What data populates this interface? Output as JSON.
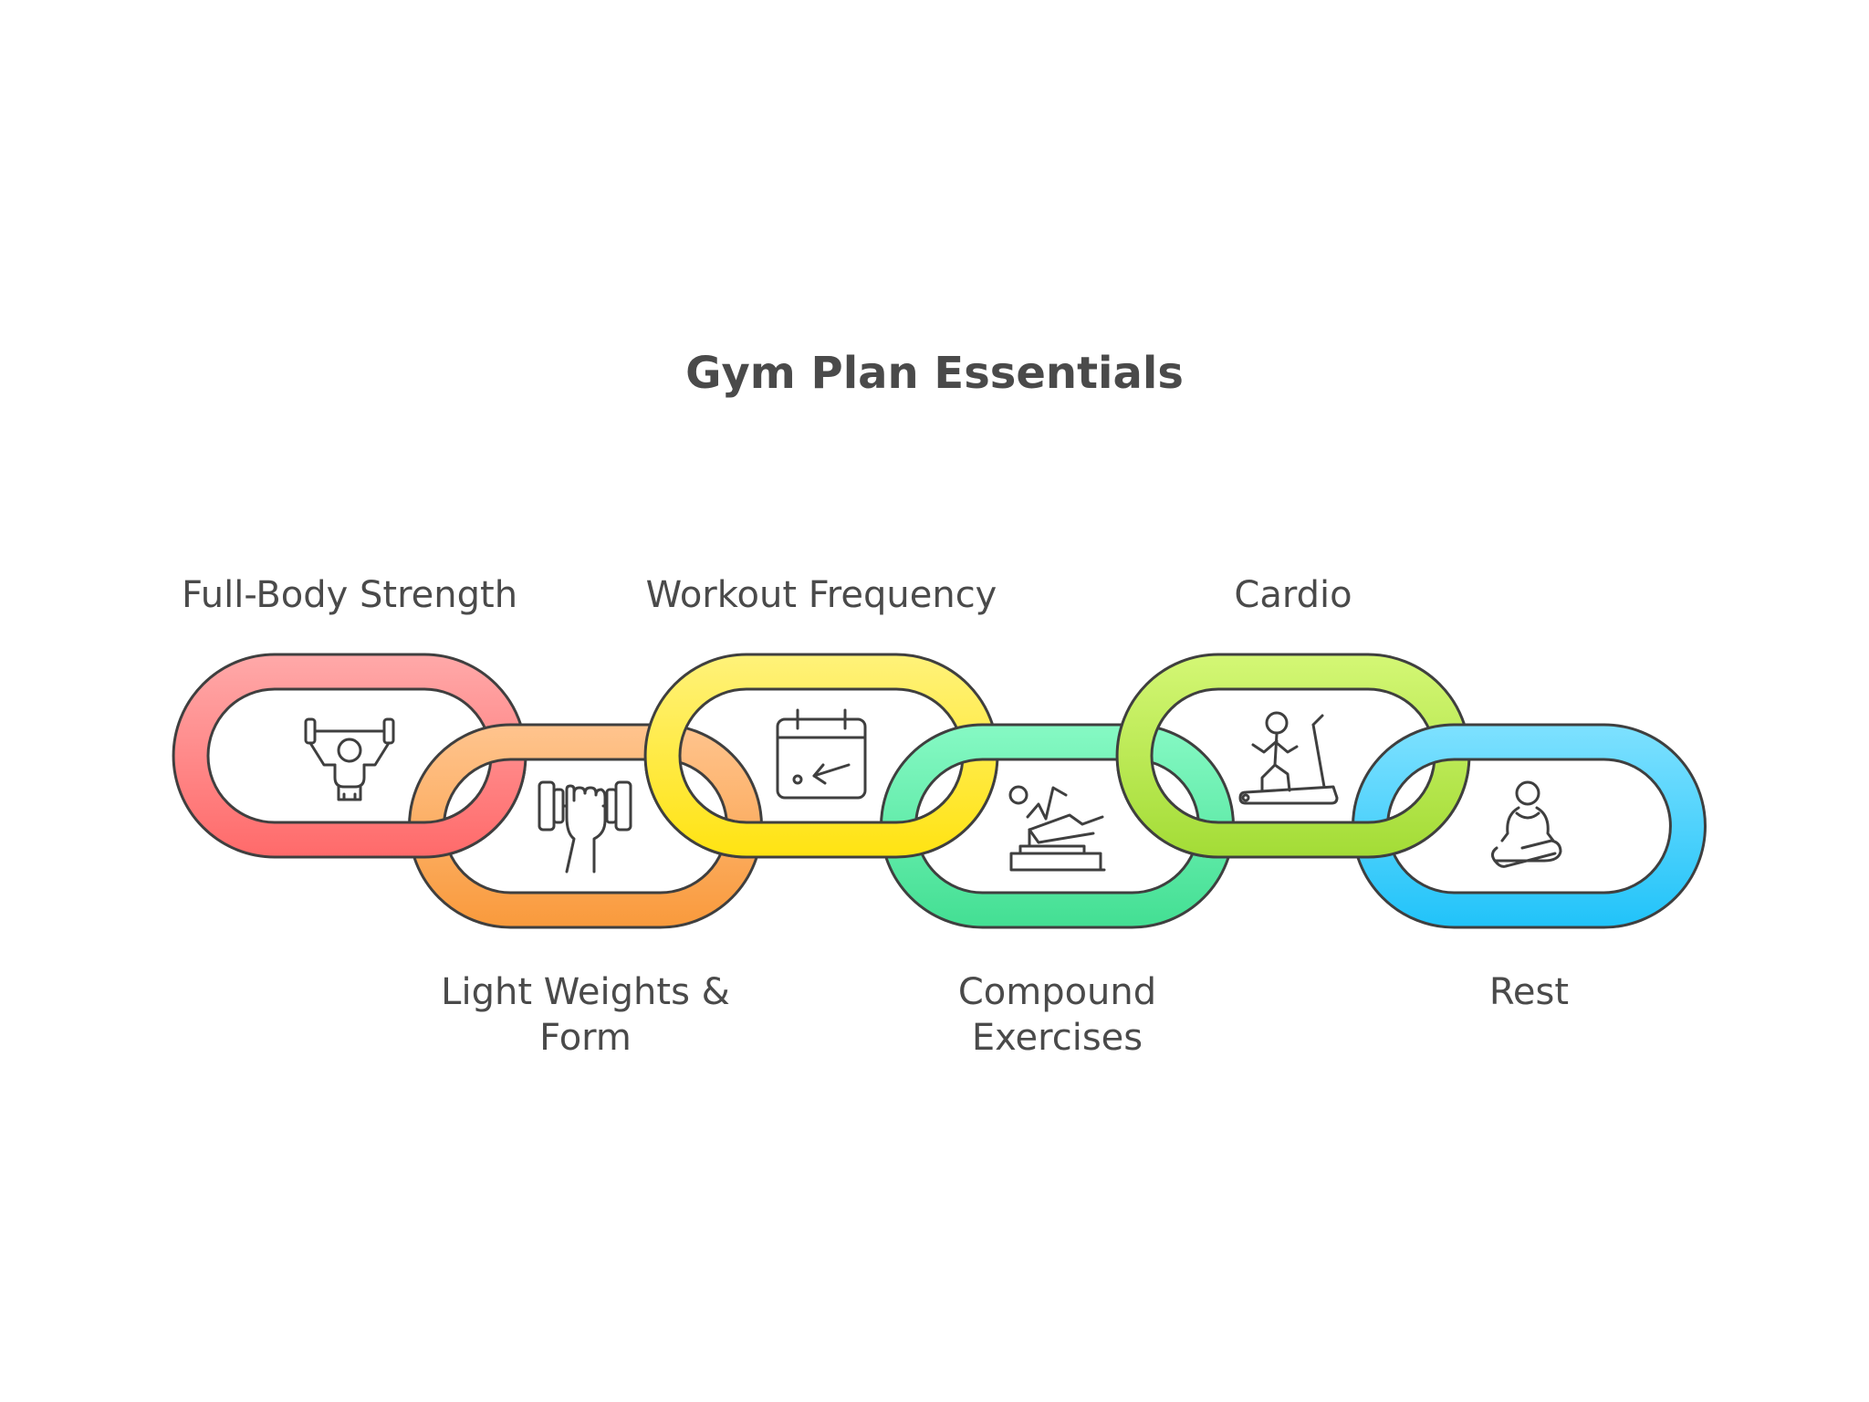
{
  "title": "Gym Plan Essentials",
  "links": [
    {
      "label_lines": [
        "Full-Body Strength"
      ],
      "icon": "overhead-press-icon",
      "color_top": "#ffa9a9",
      "color_bottom": "#ff6a6a",
      "row": "top"
    },
    {
      "label_lines": [
        "Light Weights &",
        "Form"
      ],
      "icon": "dumbbell-hand-icon",
      "color_top": "#ffc48e",
      "color_bottom": "#f99a3c",
      "row": "bottom"
    },
    {
      "label_lines": [
        "Workout Frequency"
      ],
      "icon": "calendar-icon",
      "color_top": "#fff27a",
      "color_bottom": "#ffe312",
      "row": "top"
    },
    {
      "label_lines": [
        "Compound",
        "Exercises"
      ],
      "icon": "bench-exercise-icon",
      "color_top": "#86f9c4",
      "color_bottom": "#43df93",
      "row": "bottom"
    },
    {
      "label_lines": [
        "Cardio"
      ],
      "icon": "treadmill-icon",
      "color_top": "#d4f775",
      "color_bottom": "#a3dc36",
      "row": "top"
    },
    {
      "label_lines": [
        "Rest"
      ],
      "icon": "meditation-icon",
      "color_top": "#7ee1ff",
      "color_bottom": "#21c3f9",
      "row": "bottom"
    }
  ]
}
